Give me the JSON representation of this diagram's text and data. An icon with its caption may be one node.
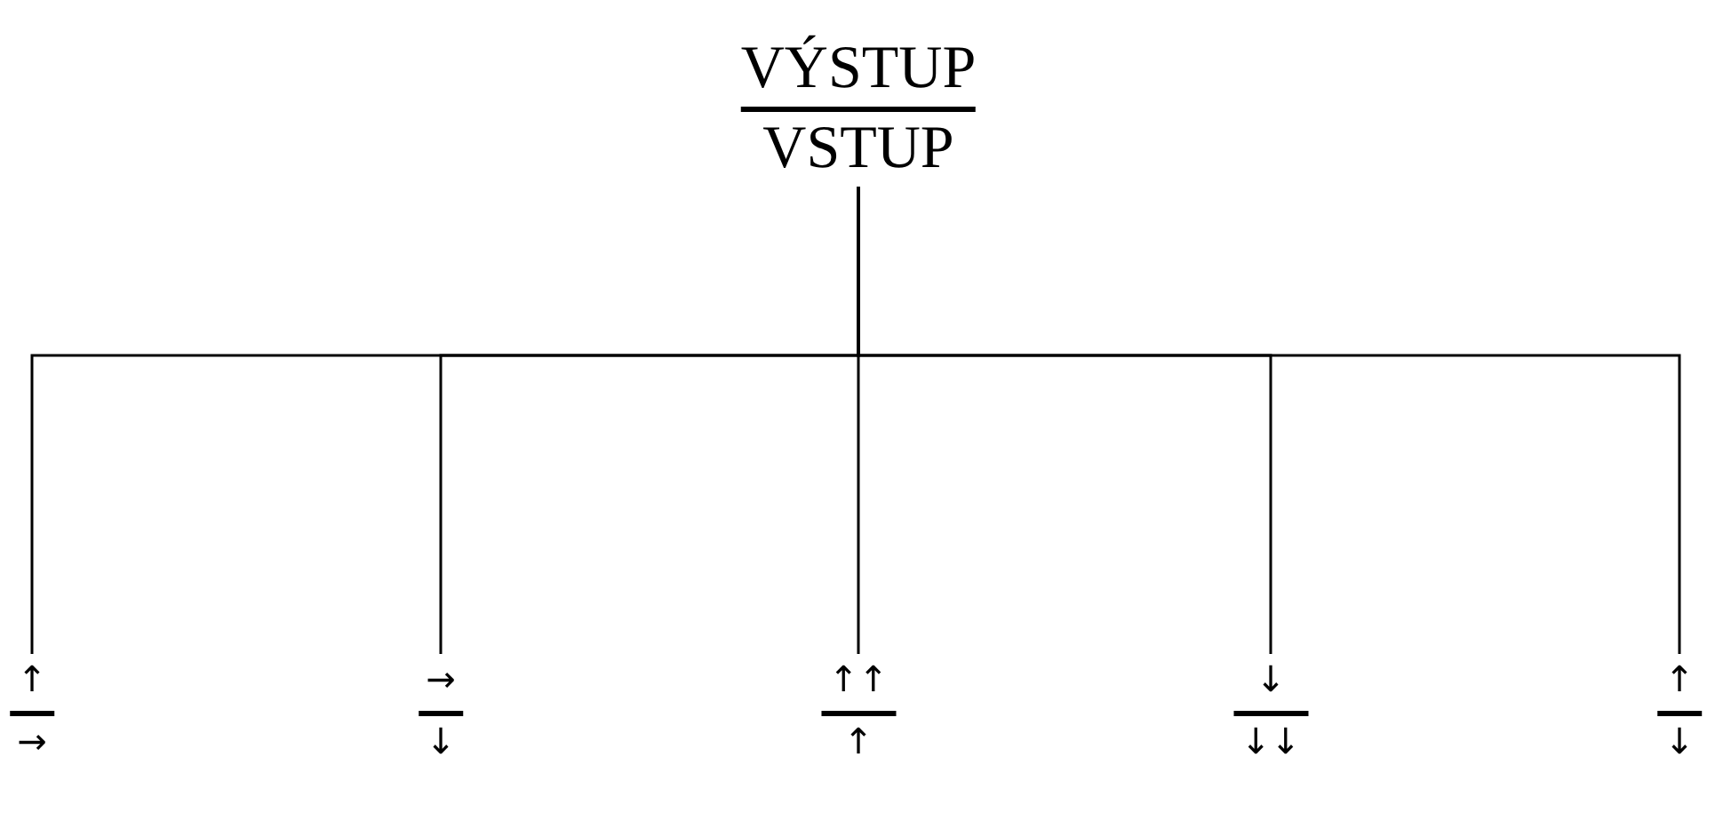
{
  "diagram": {
    "nodes": [
      {
        "text": [
          "VÝSTUP",
          "VSTUP"
        ]
      },
      {
        "text": [
          "↑",
          "→"
        ]
      },
      {
        "text": [
          "→",
          "↓"
        ]
      },
      {
        "text": [
          "↑↑",
          "↑"
        ]
      },
      {
        "text": [
          "↓",
          "↓↓"
        ]
      },
      {
        "text": [
          "↑",
          "↓"
        ]
      }
    ],
    "edges": [
      {
        "from": 0,
        "to": 1,
        "arrow": "none"
      },
      {
        "from": 0,
        "to": 2,
        "arrow": "none"
      },
      {
        "from": 0,
        "to": 3,
        "arrow": "none"
      },
      {
        "from": 0,
        "to": 4,
        "arrow": "none"
      },
      {
        "from": 0,
        "to": 5,
        "arrow": "none"
      }
    ]
  }
}
